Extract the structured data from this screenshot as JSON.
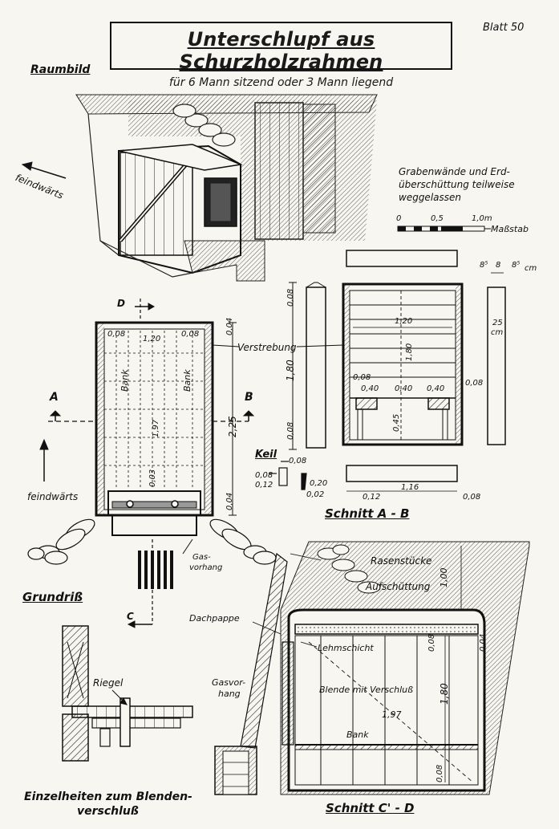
{
  "header": {
    "title": "Unterschlupf aus Schurzholzrahmen",
    "subtitle": "für 6 Mann sitzend oder 3 Mann liegend",
    "sheet": "Blatt 50"
  },
  "raumbild": {
    "label": "Raumbild",
    "feindwaerts": "feindwärts",
    "note_line1": "Grabenwände und Erd-",
    "note_line2": "überschüttung teilweise",
    "note_line3": "weggelassen",
    "scale_0": "0",
    "scale_05": "0,5",
    "scale_10": "1,0m",
    "scale_label": "Maßstab"
  },
  "grundriss": {
    "label": "Grundriß",
    "marker_d": "D",
    "marker_a": "A",
    "marker_b": "B",
    "marker_c": "C",
    "feindwaerts": "feindwärts",
    "verstrebung": "Verstrebung",
    "bank1": "Bank",
    "bank2": "Bank",
    "gas_line1": "Gas-",
    "gas_line2": "vorhang",
    "d_008a": "0,08",
    "d_120": "1,20",
    "d_008b": "0,08",
    "d_197": "1,97",
    "d_003": "0,03",
    "d_004a": "0,04",
    "d_225": "2,25",
    "d_004b": "0,04"
  },
  "keil": {
    "label": "Keil",
    "d_008a": "0,08",
    "d_008b": "0,08",
    "d_012": "0,12",
    "d_020": "0,20",
    "d_002": "0,02"
  },
  "schnitt_ab": {
    "label": "Schnitt A - B",
    "d_008_top": "0,08",
    "d_180_left": "1,80",
    "d_008_bot": "0,08",
    "d_120": "1,20",
    "d_180": "1,80",
    "d_008_l": "0,08",
    "d_040a": "0,40",
    "d_040b": "0,40",
    "d_040c": "0,40",
    "d_008_r": "0,08",
    "d_045": "0,45",
    "d_012": "0,12",
    "d_116": "1,16",
    "d_008_br": "0,08",
    "d_85a": "8⁵",
    "d_8": "8",
    "d_85b": "8⁵",
    "d_cm": "cm",
    "d_25": "25",
    "d_25cm": "cm"
  },
  "schnitt_cd": {
    "label": "Schnitt C' - D",
    "rasenstuecke": "Rasenstücke",
    "aufschuettung": "Aufschüttung",
    "dachpappe": "Dachpappe",
    "lehmschicht": "Lehmschicht",
    "gas_line1": "Gasvor-",
    "gas_line2": "hang",
    "blende": "Blende mit Verschluß",
    "bank": "Bank",
    "d_100": "1,00",
    "d_008a": "0,08",
    "d_004": "0,04",
    "d_180": "1,80",
    "d_197": "1,97",
    "d_008b": "0,08"
  },
  "detail": {
    "riegel": "Riegel",
    "caption_line1": "Einzelheiten zum Blenden-",
    "caption_line2": "verschluß"
  }
}
